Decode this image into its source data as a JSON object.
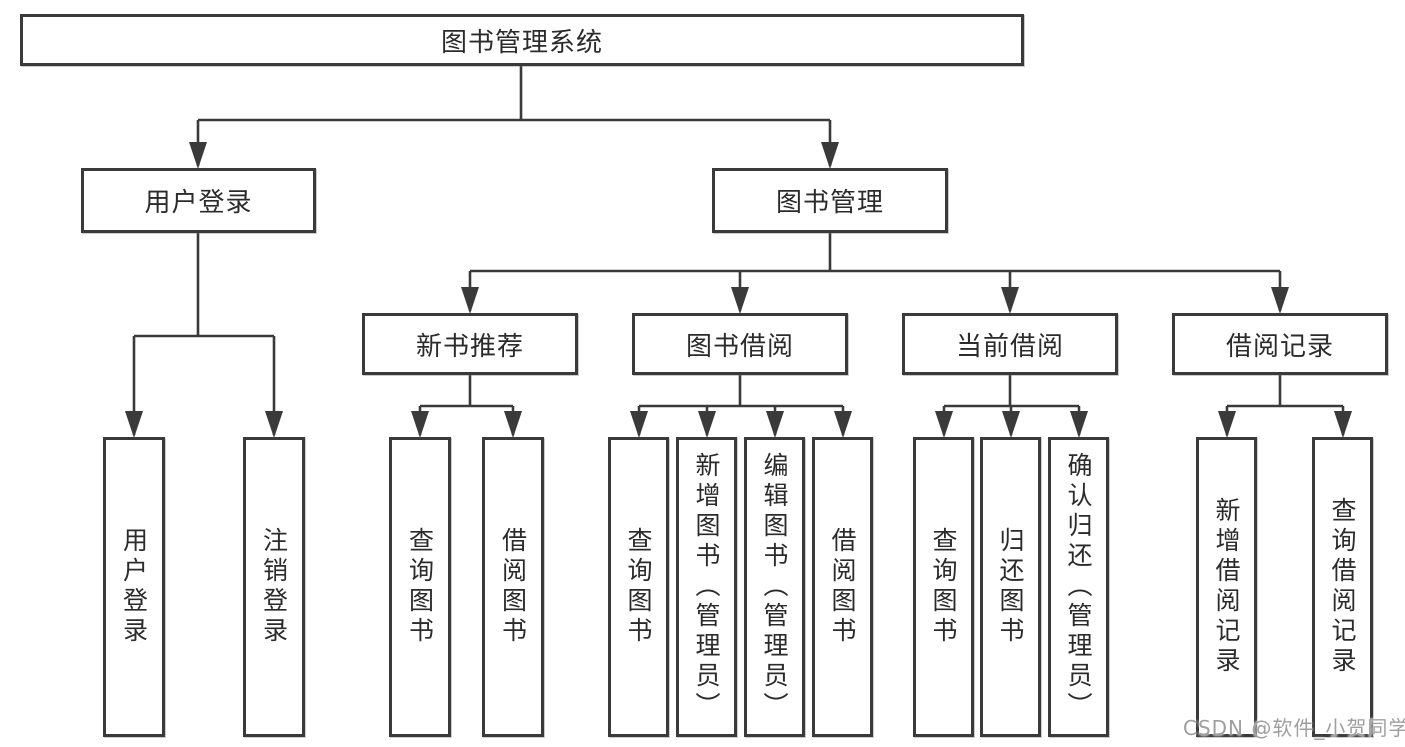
{
  "tree": {
    "root": {
      "label": "图书管理系统"
    },
    "children": [
      {
        "label": "用户登录",
        "leaves": [
          "用户登录",
          "注销登录"
        ]
      },
      {
        "label": "图书管理",
        "children": [
          {
            "label": "新书推荐",
            "leaves": [
              "查询图书",
              "借阅图书"
            ]
          },
          {
            "label": "图书借阅",
            "leaves": [
              "查询图书",
              "新增图书（管理员）",
              "编辑图书（管理员）",
              "借阅图书"
            ]
          },
          {
            "label": "当前借阅",
            "leaves": [
              "查询图书",
              "归还图书",
              "确认归还（管理员）"
            ]
          },
          {
            "label": "借阅记录",
            "leaves": [
              "新增借阅记录",
              "查询借阅记录"
            ]
          }
        ]
      }
    ]
  },
  "watermark": {
    "text": "CSDN @软件_小贺同学"
  },
  "colors": {
    "line": "#3a3a3a",
    "box_border": "#3a3a3a",
    "box_fill": "#ffffff",
    "label_text": "#2b2b2b",
    "watermark_text": "#9f9f9f",
    "background": "#ffffff"
  }
}
